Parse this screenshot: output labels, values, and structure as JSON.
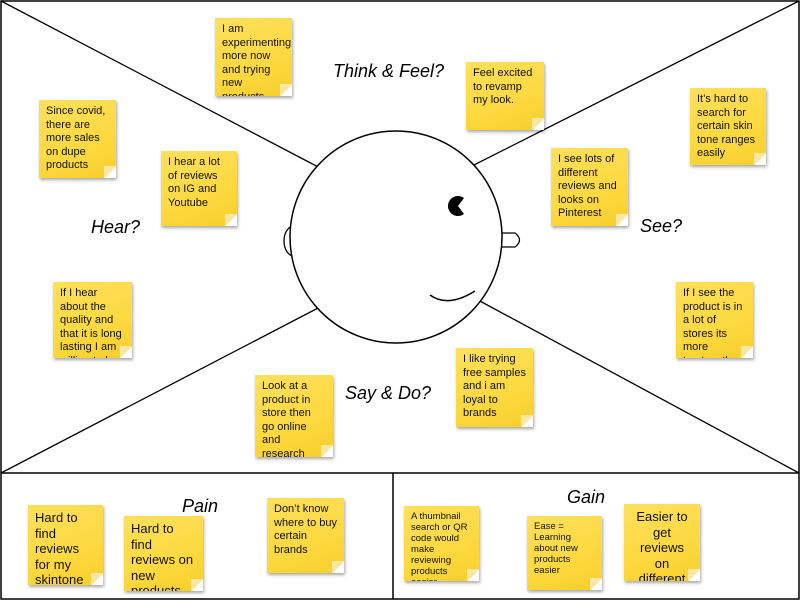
{
  "quadrants": {
    "think_feel": "Think & Feel?",
    "hear": "Hear?",
    "see": "See?",
    "say_do": "Say & Do?"
  },
  "pain_label": "Pain",
  "gain_label": "Gain",
  "notes": {
    "think_1": "I am experimenting more now and trying new products",
    "think_2": "Feel excited to revamp my look.",
    "hear_1": "Since covid, there are more sales on dupe products",
    "hear_2": "I hear a lot of reviews on IG and Youtube",
    "hear_3": "If I hear about the quality and that it is long lasting I am willing to buy",
    "see_1": "It’s hard to search for certain skin tone ranges easily",
    "see_2": "I see lots of different reviews and looks on Pinterest",
    "see_3": "If I see the product is in a lot of stores its more trustworthy",
    "say_1": "Look at a product in store then go online and research",
    "say_2": "I like trying free samples and i am loyal to brands",
    "pain_1": "Hard to find reviews for my skintone",
    "pain_2": "Hard to find reviews on new products",
    "pain_3": "Don’t know where to buy certain brands",
    "gain_1": "A thumbnail search or QR code would make reviewing products easier",
    "gain_2": "Ease = Learning about new products easier",
    "gain_3": "Easier to get reviews on different brands saving time"
  },
  "colors": {
    "sticky": "#fcd93f",
    "line": "#000000"
  }
}
